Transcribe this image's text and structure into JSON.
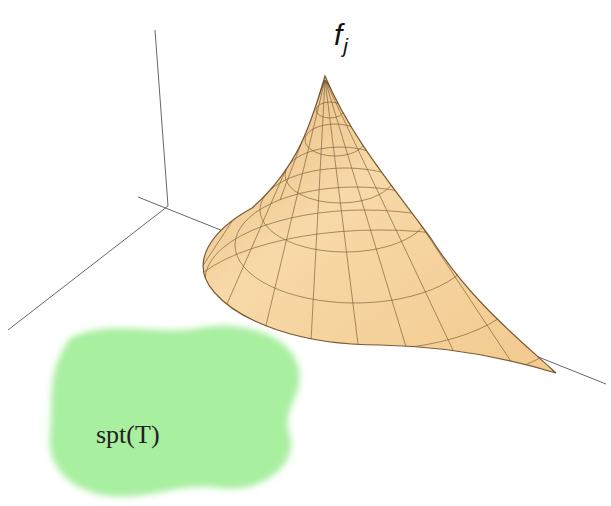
{
  "diagram": {
    "nodes": [
      {
        "text": [
          "spt(T)"
        ]
      }
    ],
    "labels": [
      "f",
      "j"
    ]
  }
}
